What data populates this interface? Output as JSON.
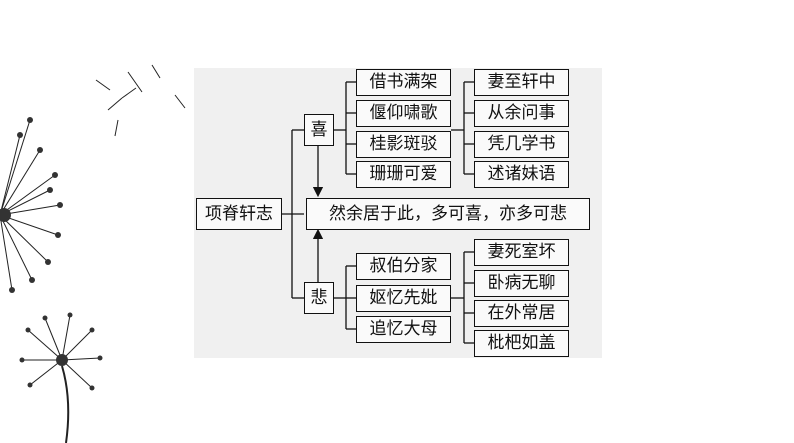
{
  "diagram": {
    "root": "项脊轩志",
    "center": "然余居于此，多可喜，亦多可悲",
    "joy": {
      "label": "喜",
      "items": [
        "借书满架",
        "偃仰啸歌",
        "桂影斑驳",
        "珊珊可爱"
      ],
      "events": [
        "妻至轩中",
        "从余问事",
        "凭几学书",
        "述诸妹语"
      ]
    },
    "sorrow": {
      "label": "悲",
      "items": [
        "叔伯分家",
        "妪忆先妣",
        "追忆大母"
      ],
      "events": [
        "妻死室坏",
        "卧病无聊",
        "在外常居",
        "枇杷如盖"
      ]
    }
  }
}
